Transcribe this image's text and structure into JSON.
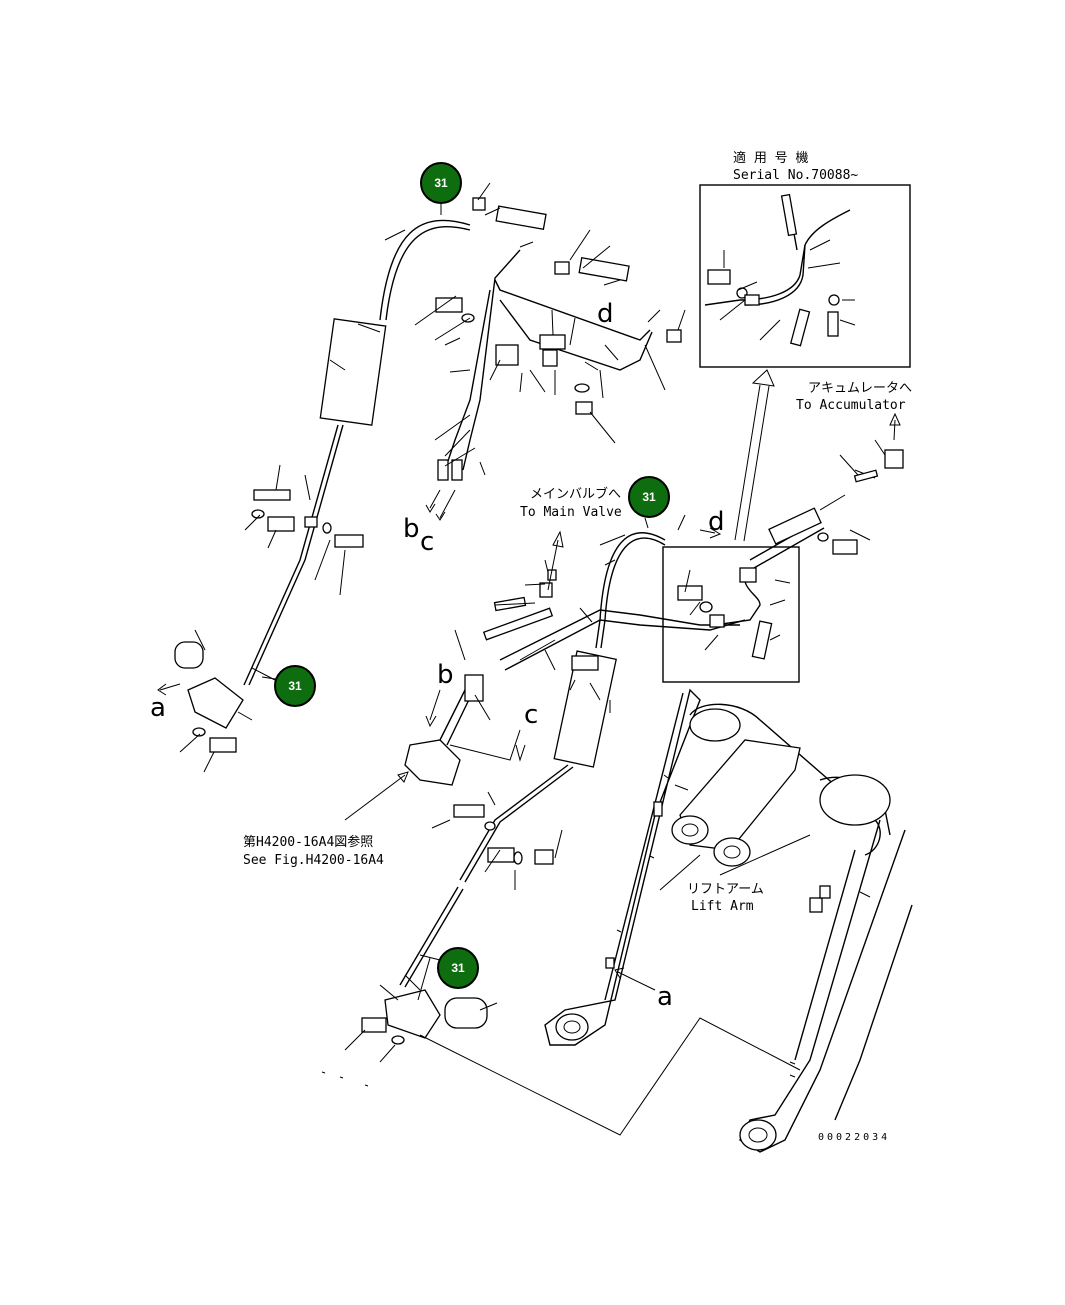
{
  "inset": {
    "title_jp": "適 用 号 機",
    "title_en": "Serial No.70088~"
  },
  "labels": {
    "to_accumulator_jp": "アキュムレータへ",
    "to_accumulator_en": "To Accumulator",
    "to_main_valve_jp": "メインバルブへ",
    "to_main_valve_en": "To Main Valve",
    "see_fig_jp": "第H4200-16A4図参照",
    "see_fig_en": "See Fig.H4200-16A4",
    "lift_arm_jp": "リフトアーム",
    "lift_arm_en": "Lift Arm",
    "drawing_number": "00022034"
  },
  "reference_letters": {
    "a_left": "a",
    "a_right": "a",
    "b_upper": "b",
    "c_upper": "c",
    "b_lower": "b",
    "c_lower": "c",
    "d_upper": "d",
    "d_lower": "d"
  },
  "callouts": [
    {
      "label": "31"
    },
    {
      "label": "31"
    },
    {
      "label": "31"
    },
    {
      "label": "31"
    }
  ],
  "colors": {
    "callout_fill": "#0e6d0e",
    "callout_text": "#ffffff",
    "line": "#000000"
  }
}
